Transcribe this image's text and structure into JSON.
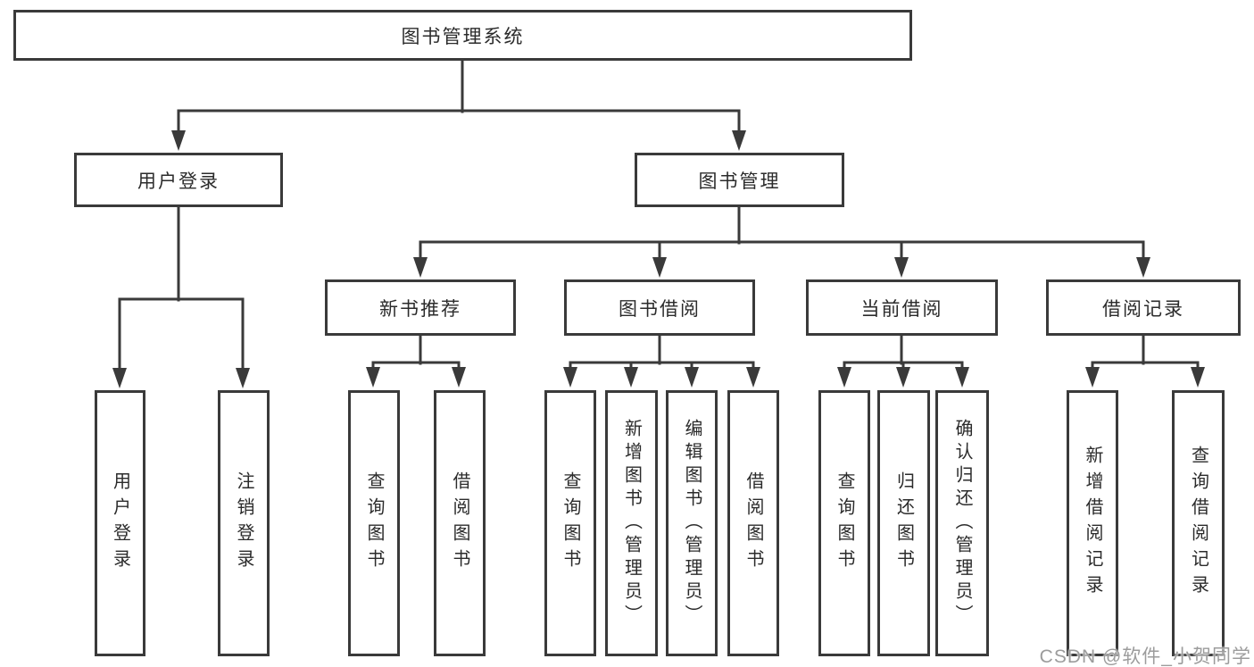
{
  "style": {
    "line_color": "#3a3a3a",
    "text_color": "#2b2b2b",
    "watermark_color": "#9c9c9c",
    "background": "#ffffff"
  },
  "diagram": {
    "root": {
      "label": "图书管理系统"
    },
    "level2": [
      {
        "label": "用户登录",
        "children": [
          {
            "label": "用户登录"
          },
          {
            "label": "注销登录"
          }
        ]
      },
      {
        "label": "图书管理",
        "children": [
          {
            "label": "新书推荐",
            "children": [
              {
                "label": "查询图书"
              },
              {
                "label": "借阅图书"
              }
            ]
          },
          {
            "label": "图书借阅",
            "children": [
              {
                "label": "查询图书"
              },
              {
                "label": "新增图书（管理员）"
              },
              {
                "label": "编辑图书（管理员）"
              },
              {
                "label": "借阅图书"
              }
            ]
          },
          {
            "label": "当前借阅",
            "children": [
              {
                "label": "查询图书"
              },
              {
                "label": "归还图书"
              },
              {
                "label": "确认归还（管理员）"
              }
            ]
          },
          {
            "label": "借阅记录",
            "children": [
              {
                "label": "新增借阅记录"
              },
              {
                "label": "查询借阅记录"
              }
            ]
          }
        ]
      }
    ]
  },
  "watermark": {
    "text": "CSDN @软件_小贺同学"
  }
}
